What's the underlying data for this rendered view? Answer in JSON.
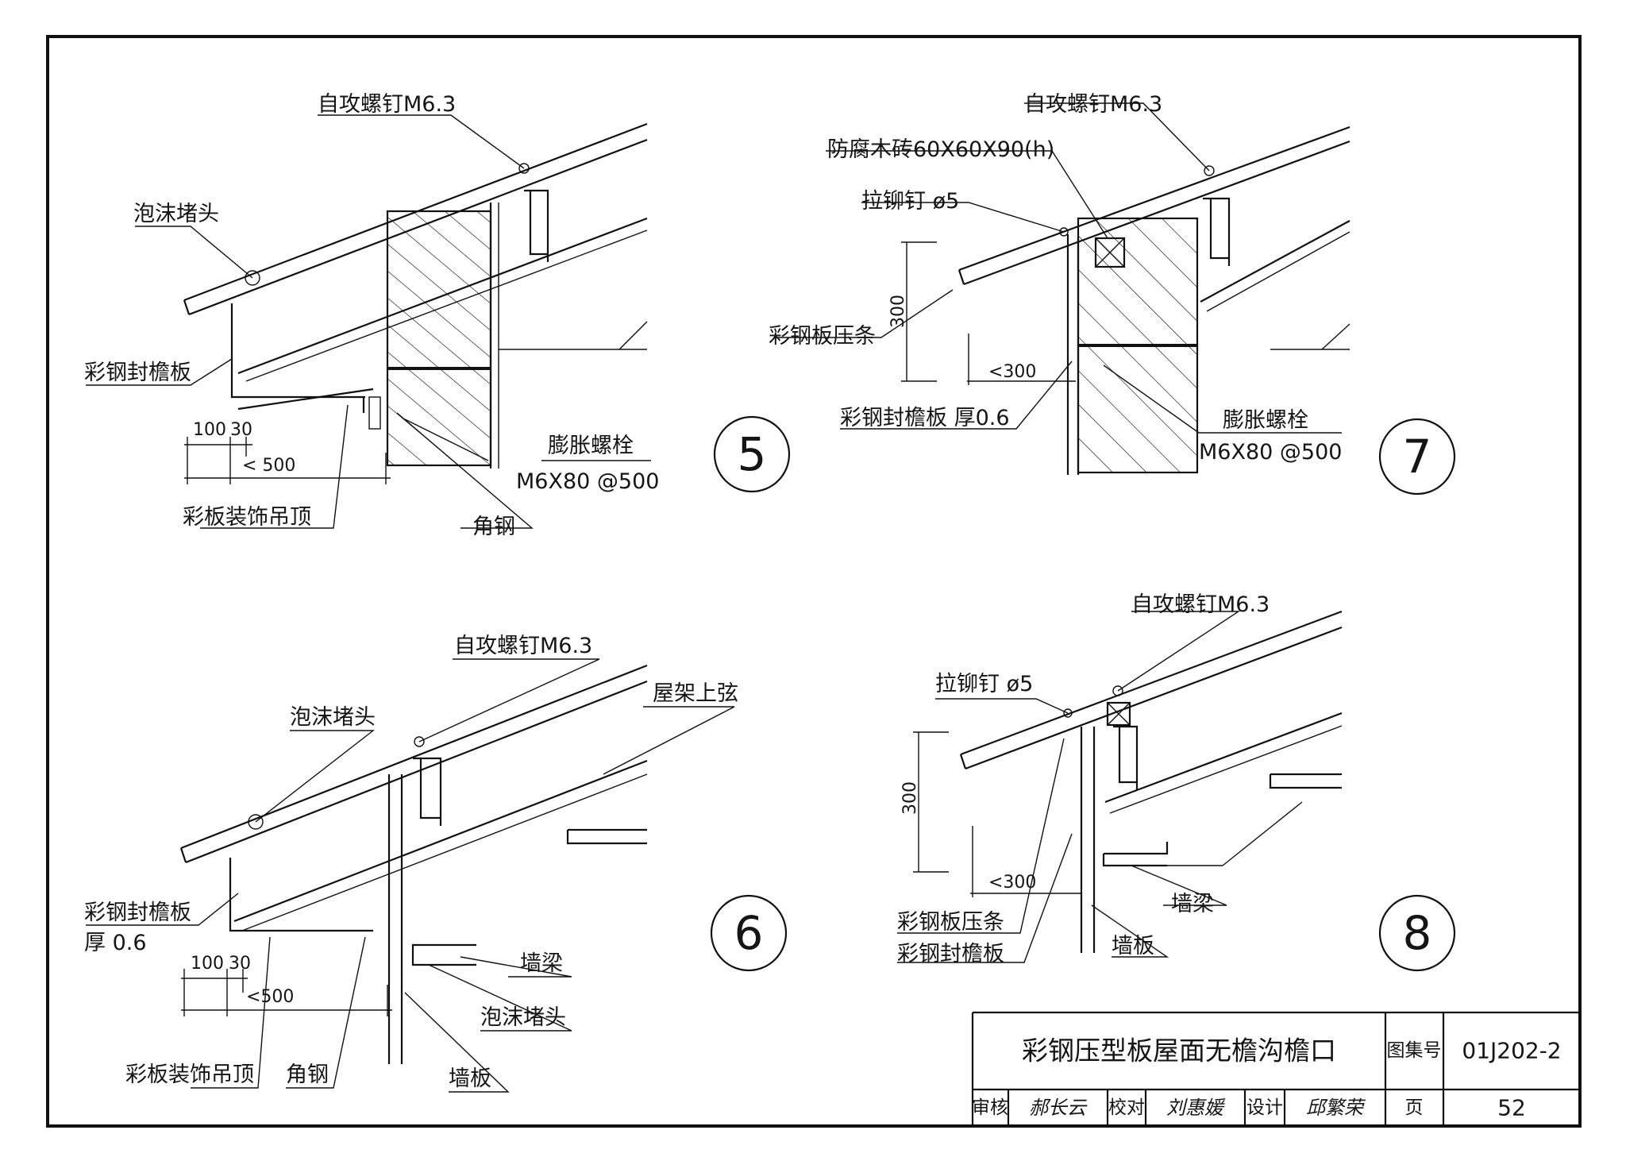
{
  "detail_5": {
    "number": "5",
    "screw": "自攻螺钉M6.3",
    "foam_plug": "泡沫堵头",
    "eave_panel": "彩钢封檐板",
    "dim_100": "100",
    "dim_30": "30",
    "dim_500": "< 500",
    "expansion_bolt": "膨胀螺栓",
    "bolt_spec": "M6X80 @500",
    "ceiling": "彩板装饰吊顶",
    "angle_steel": "角钢"
  },
  "detail_6": {
    "number": "6",
    "screw": "自攻螺钉M6.3",
    "truss_chord": "屋架上弦",
    "foam_plug": "泡沫堵头",
    "eave_panel": "彩钢封檐板",
    "thickness": "厚 0.6",
    "dim_100": "100",
    "dim_30": "30",
    "dim_500": "<500",
    "wall_beam": "墙梁",
    "foam_plug_2": "泡沫堵头",
    "ceiling": "彩板装饰吊顶",
    "angle_steel": "角钢",
    "wall_panel": "墙板"
  },
  "detail_7": {
    "number": "7",
    "screw": "自攻螺钉M6.3",
    "wood_brick": "防腐木砖60X60X90(h)",
    "rivet": "拉铆钉 ø5",
    "press_strip": "彩钢板压条",
    "dim_300": "300",
    "dim_lt300": "<300",
    "eave_panel": "彩钢封檐板 厚0.6",
    "expansion_bolt": "膨胀螺栓",
    "bolt_spec": "M6X80 @500"
  },
  "detail_8": {
    "number": "8",
    "screw": "自攻螺钉M6.3",
    "rivet": "拉铆钉 ø5",
    "dim_300": "300",
    "dim_lt300": "<300",
    "wall_beam": "墙梁",
    "press_strip": "彩钢板压条",
    "eave_panel": "彩钢封檐板",
    "wall_panel": "墙板"
  },
  "title_block": {
    "title": "彩钢压型板屋面无檐沟檐口",
    "atlas_label": "图集号",
    "atlas_no": "01J202-2",
    "review_label": "审核",
    "review_sig": "郝长云",
    "check_label": "校对",
    "check_sig": "刘惠媛",
    "design_label": "设计",
    "design_sig": "邱繁荣",
    "page_label": "页",
    "page_no": "52"
  }
}
